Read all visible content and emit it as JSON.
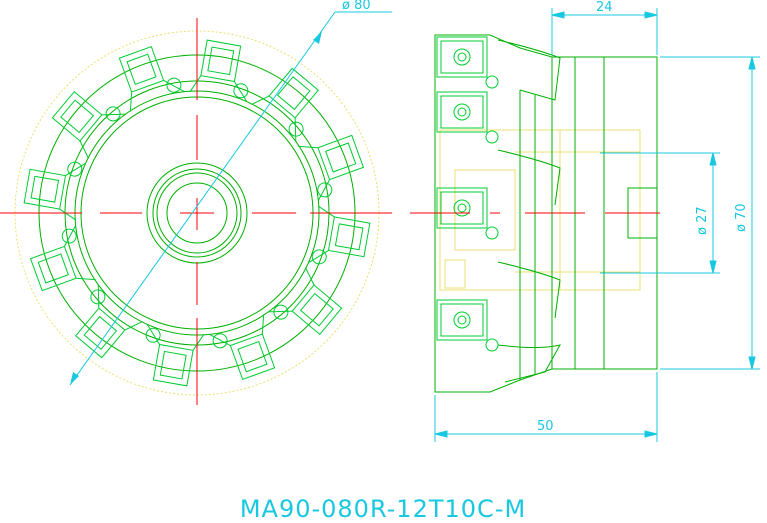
{
  "colors": {
    "background": "#ffffff",
    "body": "#00b000",
    "insert": "#00cc33",
    "hidden": "#e8e070",
    "center": "#ff0000",
    "dimension": "#18c8e0"
  },
  "dimensions": {
    "front_diameter": "ø 80",
    "side_top_width": "24",
    "side_diameter_inner": "ø 27",
    "side_diameter_outer": "ø 70",
    "side_bottom_length": "50"
  },
  "title": "MA90-080R-12T10C-M"
}
